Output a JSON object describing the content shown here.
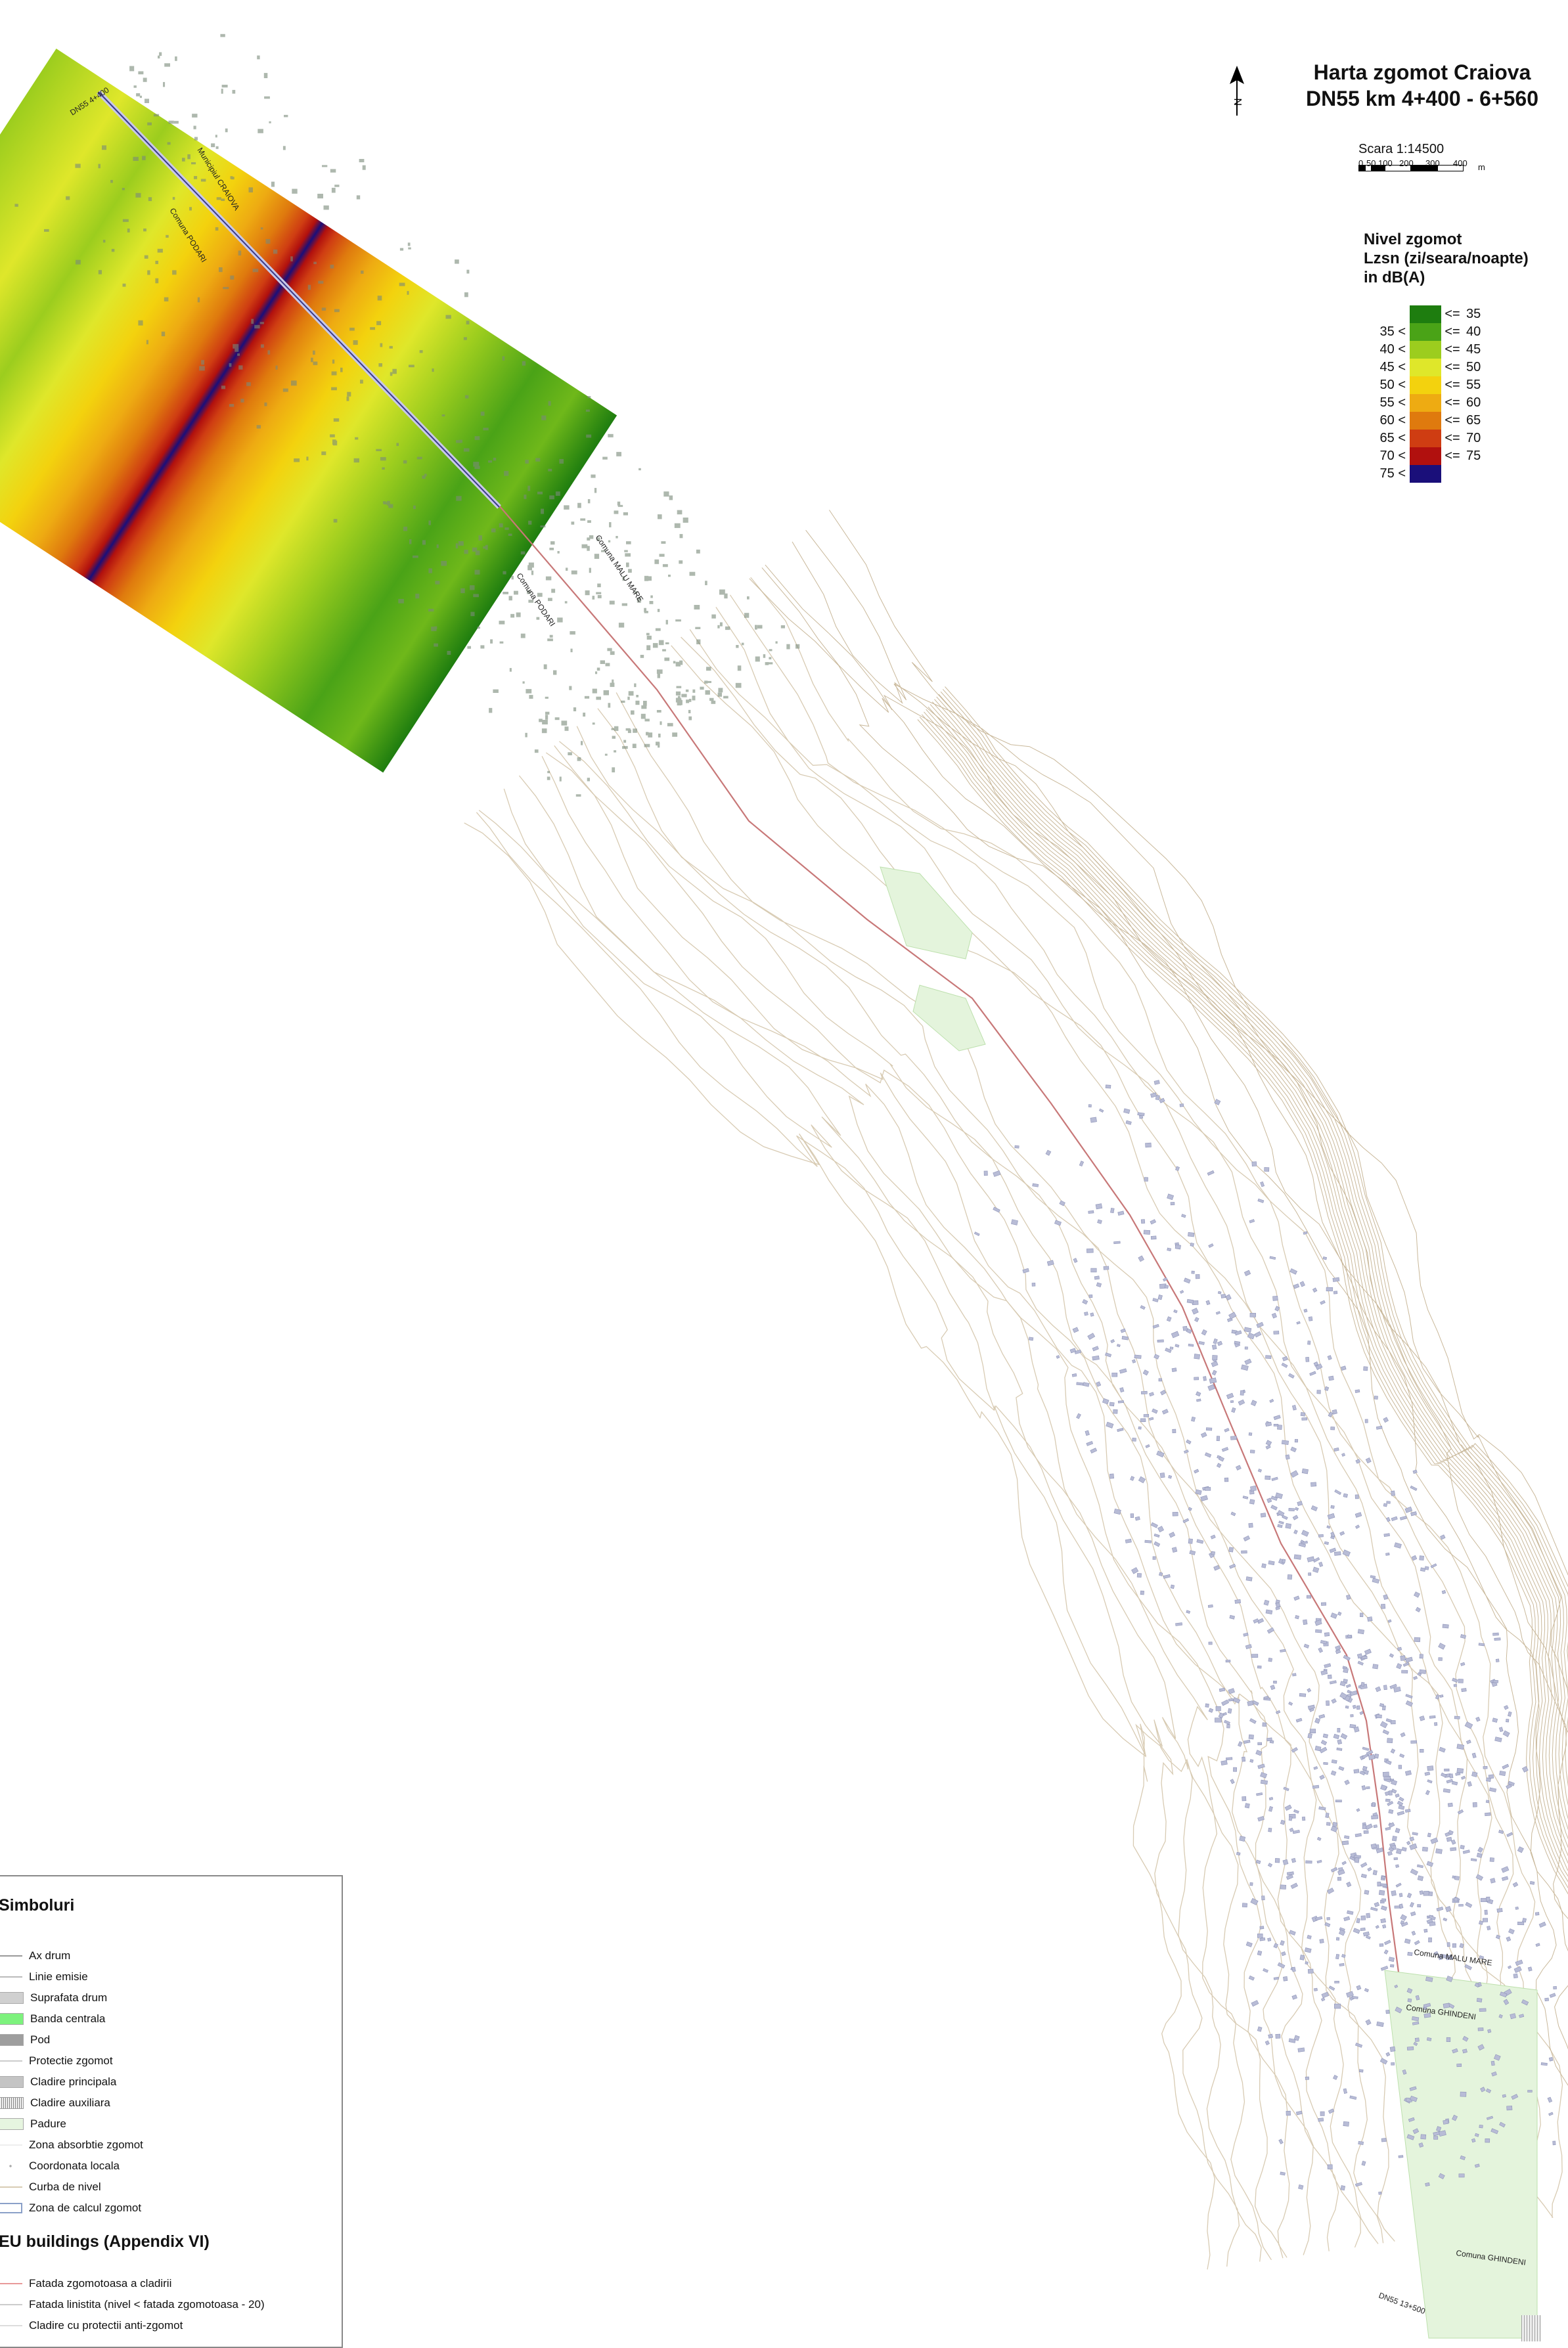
{
  "title": {
    "line1": "Harta zgomot Craiova",
    "line2": "DN55 km 4+400 - 6+560"
  },
  "north_arrow": {
    "icon": "north-arrow-icon",
    "letter": "N"
  },
  "scale": {
    "label": "Scara 1:14500",
    "ticks": [
      "0",
      "50",
      "100",
      "200",
      "300",
      "400"
    ],
    "unit": "m"
  },
  "noise_legend": {
    "title_line1": "Nivel zgomot",
    "title_line2": "Lzsn (zi/seara/noapte)",
    "title_line3": "in dB(A)",
    "classes": [
      {
        "lower": "",
        "lower_op": "",
        "upper_op": "<=",
        "upper": "35",
        "color": "#1e7d0f"
      },
      {
        "lower": "35",
        "lower_op": "<",
        "upper_op": "<=",
        "upper": "40",
        "color": "#4aa317"
      },
      {
        "lower": "40",
        "lower_op": "<",
        "upper_op": "<=",
        "upper": "45",
        "color": "#9ccd1e"
      },
      {
        "lower": "45",
        "lower_op": "<",
        "upper_op": "<=",
        "upper": "50",
        "color": "#dfe72a"
      },
      {
        "lower": "50",
        "lower_op": "<",
        "upper_op": "<=",
        "upper": "55",
        "color": "#f3d20e"
      },
      {
        "lower": "55",
        "lower_op": "<",
        "upper_op": "<=",
        "upper": "60",
        "color": "#eeab12"
      },
      {
        "lower": "60",
        "lower_op": "<",
        "upper_op": "<=",
        "upper": "65",
        "color": "#df7a0e"
      },
      {
        "lower": "65",
        "lower_op": "<",
        "upper_op": "<=",
        "upper": "70",
        "color": "#cf3d12"
      },
      {
        "lower": "70",
        "lower_op": "<",
        "upper_op": "<=",
        "upper": "75",
        "color": "#b1100e"
      },
      {
        "lower": "75",
        "lower_op": "<",
        "upper_op": "",
        "upper": "",
        "color": "#1a0f7a"
      }
    ]
  },
  "map_labels": {
    "start_km": "DN55 4+400",
    "end_km": "DN55 13+500",
    "craiova": "Municipiul CRAIOVA",
    "podari_top": "Comuna PODARI",
    "malu_mare_1": "Comuna MALU MARE",
    "podari_2": "Comuna PODARI",
    "malu_mare_2": "Comuna MALU MARE",
    "ghindeni_1": "Comuna GHINDENI",
    "ghindeni_2": "Comuna GHINDENI"
  },
  "symbols": {
    "title": "Simboluri",
    "items": [
      {
        "label": "Ax drum",
        "swatch": "line",
        "color": "#999999"
      },
      {
        "label": "Linie emisie",
        "swatch": "line",
        "color": "#bbbbbb"
      },
      {
        "label": "Suprafata drum",
        "swatch": "fill",
        "color": "#d0d0d0"
      },
      {
        "label": "Banda centrala",
        "swatch": "fill",
        "color": "#7df27d"
      },
      {
        "label": "Pod",
        "swatch": "fill",
        "color": "#9e9e9e"
      },
      {
        "label": "Protectie zgomot",
        "swatch": "line",
        "color": "#cccccc"
      },
      {
        "label": "Cladire principala",
        "swatch": "fill",
        "color": "#c4c4c4"
      },
      {
        "label": "Cladire auxiliara",
        "swatch": "hatch",
        "color": "#bdbdbd"
      },
      {
        "label": "Padure",
        "swatch": "fill",
        "color": "#e6f5e0"
      },
      {
        "label": "Zona absorbtie zgomot",
        "swatch": "line",
        "color": "#eeeeee"
      },
      {
        "label": "Coordonata locala",
        "swatch": "dot",
        "color": "#aaaaaa"
      },
      {
        "label": "Curba de nivel",
        "swatch": "line",
        "color": "#d8cbb3"
      },
      {
        "label": "Zona de calcul zgomot",
        "swatch": "box",
        "color": "#8aa0c8"
      }
    ]
  },
  "eu_buildings": {
    "title": "EU buildings (Appendix VI)",
    "items": [
      {
        "label": "Fatada zgomotoasa a cladirii",
        "swatch": "line",
        "color": "#e89a9a"
      },
      {
        "label": "Fatada linistita (nivel < fatada zgomotoasa - 20)",
        "swatch": "line",
        "color": "#cccccc"
      },
      {
        "label": "Cladire cu protectii anti-zgomot",
        "swatch": "line",
        "color": "#dddddd"
      }
    ]
  }
}
